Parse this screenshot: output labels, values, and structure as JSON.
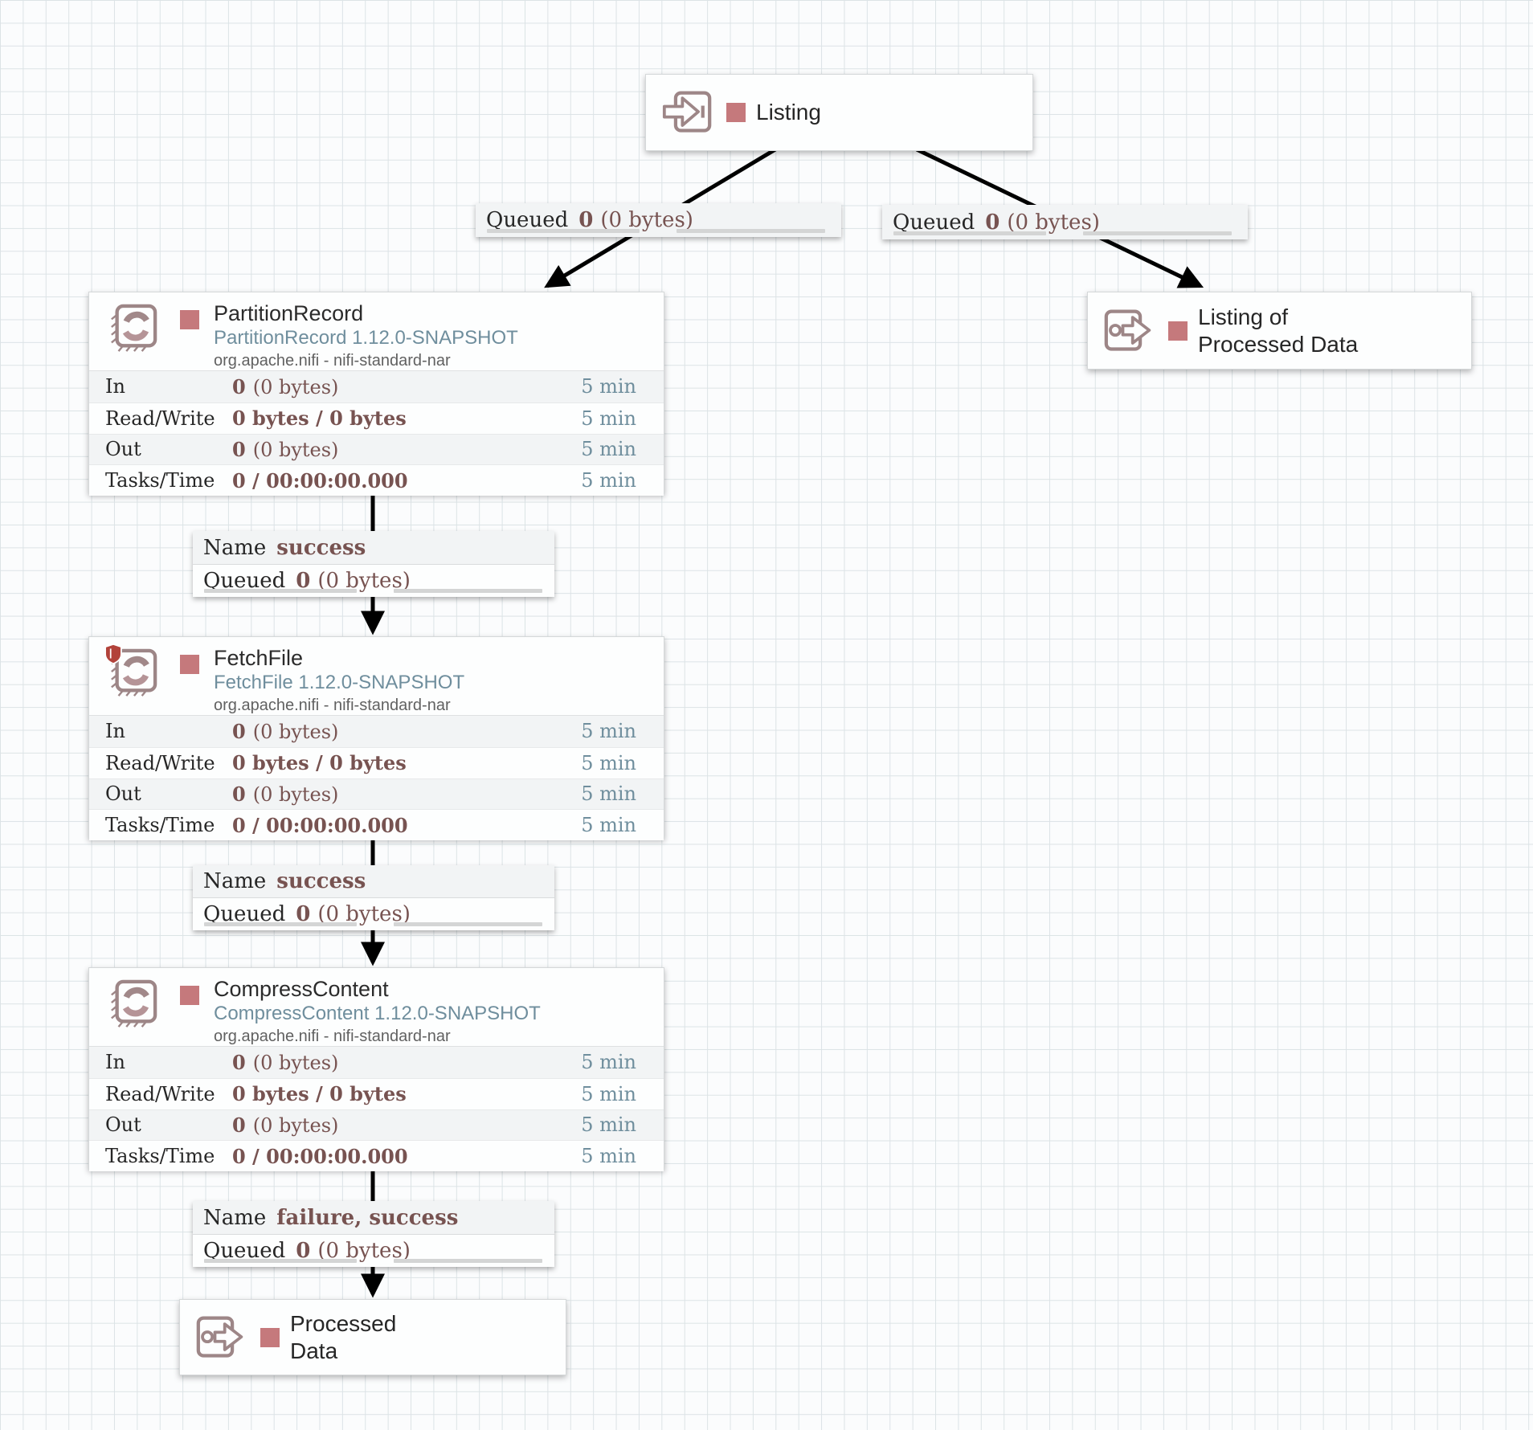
{
  "colors": {
    "stopped": "#c5797c",
    "value-text": "#775351",
    "time-text": "#6f8e9d",
    "icon-stroke": "#9d8687",
    "canvas-line": "#dce3e6",
    "connection-line": "#000000"
  },
  "icons": {
    "input_port": "arrow-into-box",
    "output_port": "arrow-out-of-box",
    "processor": "cog-with-refresh-arrows",
    "restricted": "red-shield",
    "run_status": "stopped-red-square"
  },
  "ports": {
    "listing": {
      "name": "Listing"
    },
    "listing_processed": {
      "line1": "Listing of",
      "line2": "Processed Data"
    },
    "processed": {
      "line1": "Processed",
      "line2": "Data"
    }
  },
  "processors": [
    {
      "name": "PartitionRecord",
      "type": "PartitionRecord 1.12.0-SNAPSHOT",
      "bundle": "org.apache.nifi - nifi-standard-nar",
      "stats": [
        {
          "label": "In",
          "bold": "0",
          "normal": "(0 bytes)",
          "time": "5 min"
        },
        {
          "label": "Read/Write",
          "bold": "0 bytes / 0 bytes",
          "normal": "",
          "time": "5 min"
        },
        {
          "label": "Out",
          "bold": "0",
          "normal": "(0 bytes)",
          "time": "5 min"
        },
        {
          "label": "Tasks/Time",
          "bold": "0 / 00:00:00.000",
          "normal": "",
          "time": "5 min"
        }
      ]
    },
    {
      "name": "FetchFile",
      "type": "FetchFile 1.12.0-SNAPSHOT",
      "bundle": "org.apache.nifi - nifi-standard-nar",
      "stats": [
        {
          "label": "In",
          "bold": "0",
          "normal": "(0 bytes)",
          "time": "5 min"
        },
        {
          "label": "Read/Write",
          "bold": "0 bytes / 0 bytes",
          "normal": "",
          "time": "5 min"
        },
        {
          "label": "Out",
          "bold": "0",
          "normal": "(0 bytes)",
          "time": "5 min"
        },
        {
          "label": "Tasks/Time",
          "bold": "0 / 00:00:00.000",
          "normal": "",
          "time": "5 min"
        }
      ]
    },
    {
      "name": "CompressContent",
      "type": "CompressContent 1.12.0-SNAPSHOT",
      "bundle": "org.apache.nifi - nifi-standard-nar",
      "stats": [
        {
          "label": "In",
          "bold": "0",
          "normal": "(0 bytes)",
          "time": "5 min"
        },
        {
          "label": "Read/Write",
          "bold": "0 bytes / 0 bytes",
          "normal": "",
          "time": "5 min"
        },
        {
          "label": "Out",
          "bold": "0",
          "normal": "(0 bytes)",
          "time": "5 min"
        },
        {
          "label": "Tasks/Time",
          "bold": "0 / 00:00:00.000",
          "normal": "",
          "time": "5 min"
        }
      ]
    }
  ],
  "connections": {
    "top_left": {
      "queued_label": "Queued",
      "queued_bold": "0",
      "queued_normal": "(0 bytes)"
    },
    "top_right": {
      "queued_label": "Queued",
      "queued_bold": "0",
      "queued_normal": "(0 bytes)"
    },
    "c1": {
      "name_label": "Name",
      "name_value": "success",
      "queued_label": "Queued",
      "queued_bold": "0",
      "queued_normal": "(0 bytes)"
    },
    "c2": {
      "name_label": "Name",
      "name_value": "success",
      "queued_label": "Queued",
      "queued_bold": "0",
      "queued_normal": "(0 bytes)"
    },
    "c3": {
      "name_label": "Name",
      "name_value": "failure, success",
      "queued_label": "Queued",
      "queued_bold": "0",
      "queued_normal": "(0 bytes)"
    }
  }
}
